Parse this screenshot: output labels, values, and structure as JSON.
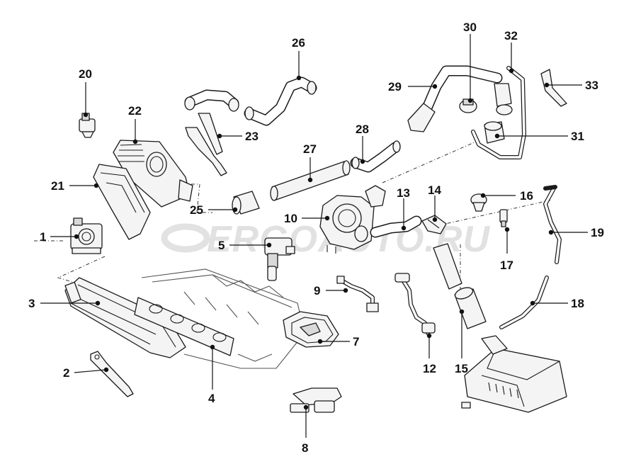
{
  "watermark": "ERGOAUTO.RU",
  "callouts": [
    {
      "id": "c1",
      "label": "1"
    },
    {
      "id": "c2",
      "label": "2"
    },
    {
      "id": "c3",
      "label": "3"
    },
    {
      "id": "c4",
      "label": "4"
    },
    {
      "id": "c5",
      "label": "5"
    },
    {
      "id": "c7",
      "label": "7"
    },
    {
      "id": "c8",
      "label": "8"
    },
    {
      "id": "c9",
      "label": "9"
    },
    {
      "id": "c10",
      "label": "10"
    },
    {
      "id": "c12",
      "label": "12"
    },
    {
      "id": "c13",
      "label": "13"
    },
    {
      "id": "c14",
      "label": "14"
    },
    {
      "id": "c15",
      "label": "15"
    },
    {
      "id": "c16",
      "label": "16"
    },
    {
      "id": "c17",
      "label": "17"
    },
    {
      "id": "c18",
      "label": "18"
    },
    {
      "id": "c19",
      "label": "19"
    },
    {
      "id": "c20",
      "label": "20"
    },
    {
      "id": "c21",
      "label": "21"
    },
    {
      "id": "c22",
      "label": "22"
    },
    {
      "id": "c23",
      "label": "23"
    },
    {
      "id": "c25",
      "label": "25"
    },
    {
      "id": "c26",
      "label": "26"
    },
    {
      "id": "c27",
      "label": "27"
    },
    {
      "id": "c28",
      "label": "28"
    },
    {
      "id": "c29",
      "label": "29"
    },
    {
      "id": "c30",
      "label": "30"
    },
    {
      "id": "c31",
      "label": "31"
    },
    {
      "id": "c32",
      "label": "32"
    },
    {
      "id": "c33",
      "label": "33"
    }
  ]
}
